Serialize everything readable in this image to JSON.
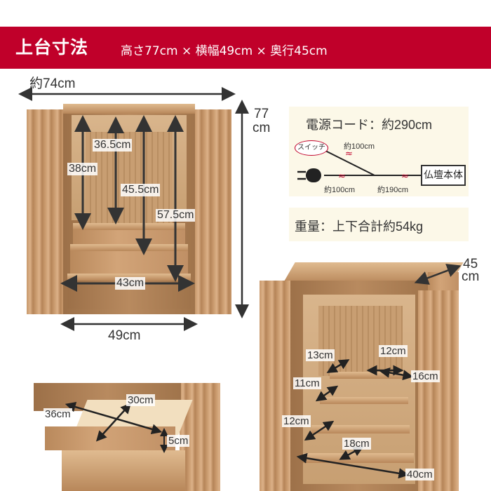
{
  "header": {
    "title": "上台寸法",
    "dimensions": "高さ77cm × 横幅49cm × 奥行45cm"
  },
  "front_view": {
    "overall_width": "約74cm",
    "height_value": "77",
    "height_unit": "cm",
    "body_width": "49cm",
    "inner_height_1": "38cm",
    "inner_height_2": "36.5cm",
    "inner_height_3": "45.5cm",
    "inner_height_4": "57.5cm",
    "inner_width": "43cm"
  },
  "power_cord": {
    "title": "電源コード：約290cm",
    "switch_label": "スイッチ",
    "segment_switch": "約100cm",
    "segment_plug": "約100cm",
    "segment_main": "約190cm",
    "device_label": "仏壇本体"
  },
  "weight": {
    "text": "重量：上下合計約54kg"
  },
  "side_view": {
    "depth_value": "45",
    "depth_unit": "cm",
    "dim_13": "13cm",
    "dim_12_top": "12cm",
    "dim_16": "16cm",
    "dim_11": "11cm",
    "dim_12_mid": "12cm",
    "dim_18": "18cm",
    "dim_40": "40cm"
  },
  "drawer_view": {
    "dim_30": "30cm",
    "dim_36": "36cm",
    "dim_5": "5cm"
  },
  "colors": {
    "header_bg": "#c0002a",
    "panel_bg": "#fcf8e8",
    "wood": "#c8996c",
    "text": "#333333"
  }
}
